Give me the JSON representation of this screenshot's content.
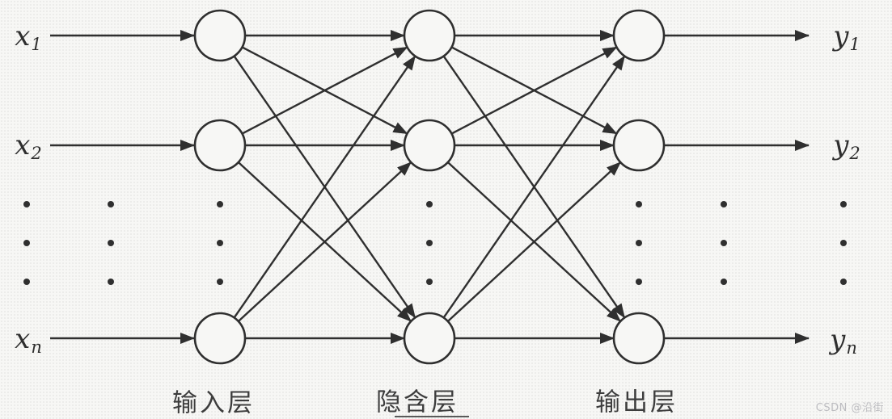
{
  "diagram": {
    "type": "neural-network",
    "connectivity": "full",
    "visible_nodes_per_layer": 3,
    "input_labels": [
      {
        "base": "x",
        "sub": "1"
      },
      {
        "base": "x",
        "sub": "2"
      },
      {
        "base": "x",
        "sub": "n"
      }
    ],
    "output_labels": [
      {
        "base": "y",
        "sub": "1"
      },
      {
        "base": "y",
        "sub": "2"
      },
      {
        "base": "y",
        "sub": "n"
      }
    ],
    "layer_captions": [
      {
        "label": "输入层"
      },
      {
        "label": "隐含层"
      },
      {
        "label": "输出层"
      }
    ],
    "ellipsis": {
      "dots_per_column": 3,
      "columns": 7
    }
  },
  "watermark": {
    "text": "CSDN @沿街"
  },
  "colors": {
    "stroke": "#2f2f2f",
    "node_fill": "#f7f7f5",
    "caption_text": "#3d3d3d",
    "watermark_text": "#bcbcc0",
    "background": "#f7f7f5"
  }
}
